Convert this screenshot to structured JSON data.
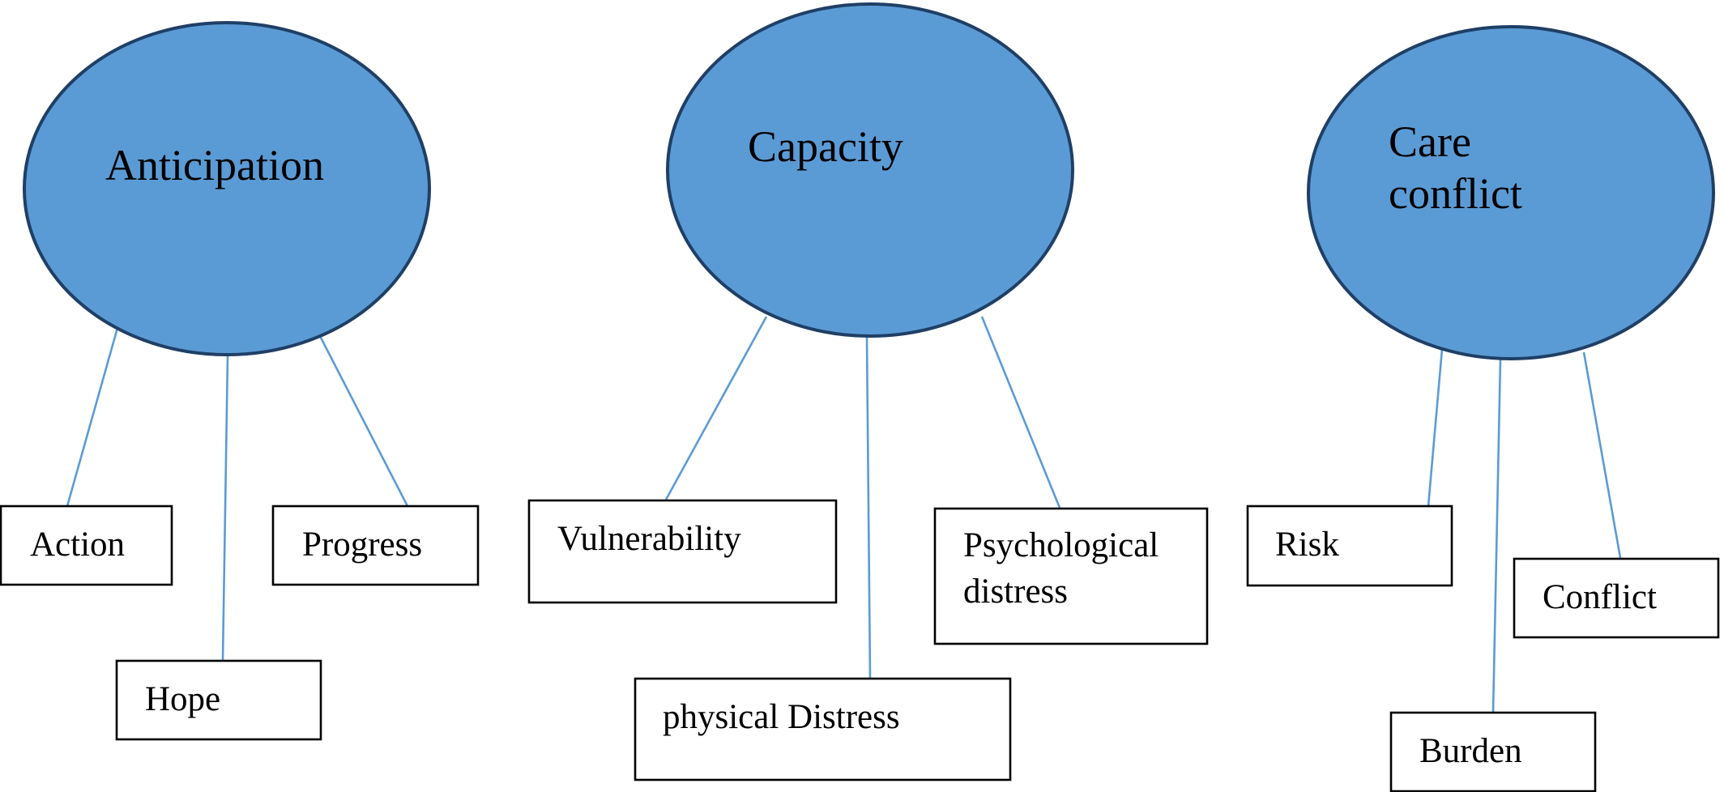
{
  "colors": {
    "ellipse_fill": "#5b9bd5",
    "ellipse_stroke": "#1f3f66",
    "connector": "#5b9bd5",
    "box_stroke": "#000000",
    "text": "#000000"
  },
  "groups": [
    {
      "label": [
        "Anticipation"
      ],
      "subthemes": [
        {
          "label": [
            "Action"
          ]
        },
        {
          "label": [
            "Hope"
          ]
        },
        {
          "label": [
            "Progress"
          ]
        }
      ]
    },
    {
      "label": [
        "Capacity"
      ],
      "subthemes": [
        {
          "label": [
            "Vulnerability"
          ]
        },
        {
          "label": [
            "physical Distress"
          ]
        },
        {
          "label": [
            "Psychological",
            "distress"
          ]
        }
      ]
    },
    {
      "label": [
        "Care",
        "conflict"
      ],
      "subthemes": [
        {
          "label": [
            "Risk"
          ]
        },
        {
          "label": [
            "Burden"
          ]
        },
        {
          "label": [
            "Conflict"
          ]
        }
      ]
    }
  ]
}
